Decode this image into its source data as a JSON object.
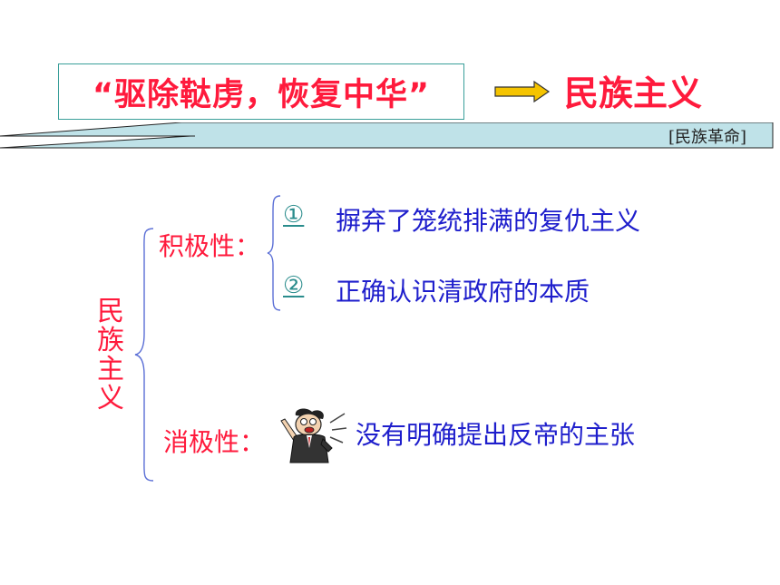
{
  "header": {
    "slogan": "“驱除鞑虏，恢复中华”",
    "main_title": "民族主义",
    "banner_tag": "[民族革命]"
  },
  "structure": {
    "root": "民族主义",
    "positive": {
      "label": "积极性：",
      "points": [
        {
          "marker": "①",
          "text": "摒弃了笼统排满的复仇主义"
        },
        {
          "marker": "②",
          "text": "正确认识清政府的本质"
        }
      ]
    },
    "negative": {
      "label": "消极性：",
      "points": [
        {
          "text": "没有明确提出反帝的主张"
        }
      ]
    }
  },
  "colors": {
    "accent_red": "#ff1a3c",
    "text_blue": "#1e1ecc",
    "teal": "#3a9f9a",
    "banner_fill": "#bfe2e8",
    "arrow_fill": "#f5c400"
  },
  "icons": {
    "cartoon": "speaking-man-icon",
    "arrow": "right-arrow-icon"
  }
}
